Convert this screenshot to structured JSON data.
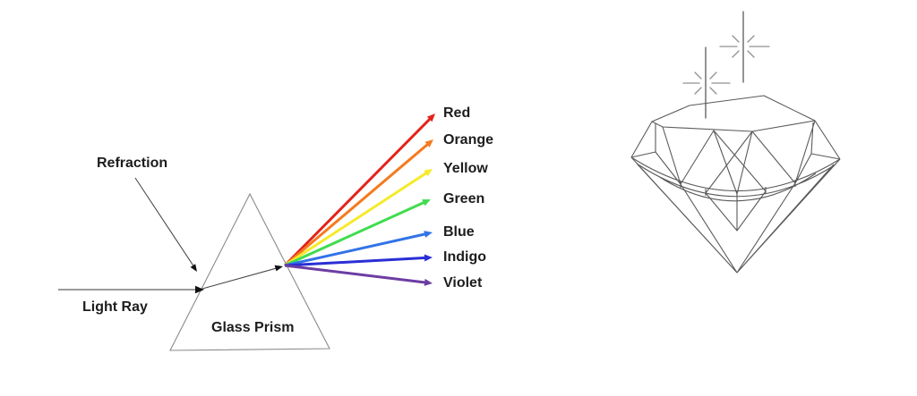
{
  "background": "#ffffff",
  "prism_diagram": {
    "labels": {
      "refraction": "Refraction",
      "light_ray": "Light Ray",
      "glass_prism": "Glass Prism"
    },
    "line_colors": {
      "prism_outline": "#8a8a8a",
      "incident_ray": "#8c8c8c",
      "pointer": "#4a4a4a",
      "arrowhead": "#111111"
    },
    "rays": [
      {
        "label": "Red",
        "color": "#e3231c"
      },
      {
        "label": "Orange",
        "color": "#f47b20"
      },
      {
        "label": "Yellow",
        "color": "#f6ea28"
      },
      {
        "label": "Green",
        "color": "#41dc50"
      },
      {
        "label": "Blue",
        "color": "#3273e8"
      },
      {
        "label": "Indigo",
        "color": "#2a2fd6"
      },
      {
        "label": "Violet",
        "color": "#6c3da2"
      }
    ]
  },
  "diamond_illustration": {
    "line_color": "#5a5a5a",
    "sparkle_color": "#909090"
  }
}
